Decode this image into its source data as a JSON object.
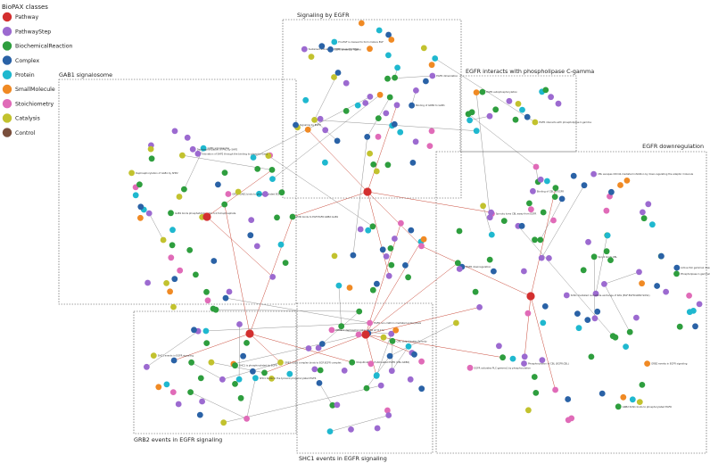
{
  "legend": {
    "title": "BioPAX classes",
    "items": [
      {
        "label": "Pathway",
        "color": "#d32f2f"
      },
      {
        "label": "PathwayStep",
        "color": "#9c6ad0"
      },
      {
        "label": "BiochemicalReaction",
        "color": "#2e9e3e"
      },
      {
        "label": "Complex",
        "color": "#2a62a6"
      },
      {
        "label": "Protein",
        "color": "#1fb8cf"
      },
      {
        "label": "SmallMolecule",
        "color": "#f08a24"
      },
      {
        "label": "Stoichiometry",
        "color": "#e06bb8"
      },
      {
        "label": "Catalysis",
        "color": "#c2c22e"
      },
      {
        "label": "Control",
        "color": "#7a4f3c"
      }
    ]
  },
  "groups": [
    {
      "id": "gab1",
      "label": "GAB1 signalosome"
    },
    {
      "id": "signaling",
      "label": "Signaling by EGFR"
    },
    {
      "id": "plcg",
      "label": "EGFR interacts with phospholipase C-gamma"
    },
    {
      "id": "downreg",
      "label": "EGFR downregulation"
    },
    {
      "id": "grb2",
      "label": "GRB2 events in EGFR signaling"
    },
    {
      "id": "shc1",
      "label": "SHC1 events in EGFR signaling"
    }
  ],
  "node_labels": [
    "PI3K binds to EGF:EGFR:GRB2:GAB1",
    "Dephosphorylation of GAB1 by SHP2",
    "GAB1 binds phosphatidylinositol-3,4,5-trisphosphate",
    "GRB2:GAB1 binds to phosphorylated EGFR",
    "GAB1 signalosome",
    "Dephosphorylation of PAG by SHP2",
    "Activation of SHP2 through the binding to phospho-Gab1",
    "Binding of GRB2 to GAB1",
    "Sustained activation of SRC kinase by SHP2",
    "EGFR binds EGF ligand",
    "Pro-EGF is cleaved to form mature EGF",
    "Signaling by EGFR",
    "EGFR dimerization",
    "EGFR autophosphorylation",
    "EGFR interacts with phospholipase C-gamma",
    "Active PLC gamma1 dissociates from EGFR",
    "EGFR activates PLC-gamma1 by phosphorylation",
    "Phospholipase C-gamma1 binds to the activated EGF receptor",
    "EGFR downregulation",
    "Phosphorylation of CBL (EGFR:CBL)",
    "Sprouty lures CBL away from EGFR",
    "Binding of CBL to EGFR",
    "CBL escapes CDC42-mediated inhibition by down-regulating the adaptor molecule",
    "Spry2 binds CBL",
    "GRB2 events in EGFR signaling",
    "GRB2:SOS1 binds to phosphorylated EGFR",
    "SOS1 mediated nucleotide exchange of RAS (EGF:EGFR:GRB2:SOS1)",
    "GRB2:SOS1 complex binds to EGF:EGFR complex",
    "SHC1 events in EGFR signaling",
    "SHC1 binds to the tyrosine phosphorylated EGFR",
    "SHC1 is phosphorylated by EGFR",
    "PTPN12 dephosphorylates EGFR at Y1172",
    "EGFR non-clathrin mediated endocytosis",
    "Ubiquitination of stimulated EGFR (CBL:GRB2)",
    "CIN, ubiquitinates Sprouty"
  ]
}
